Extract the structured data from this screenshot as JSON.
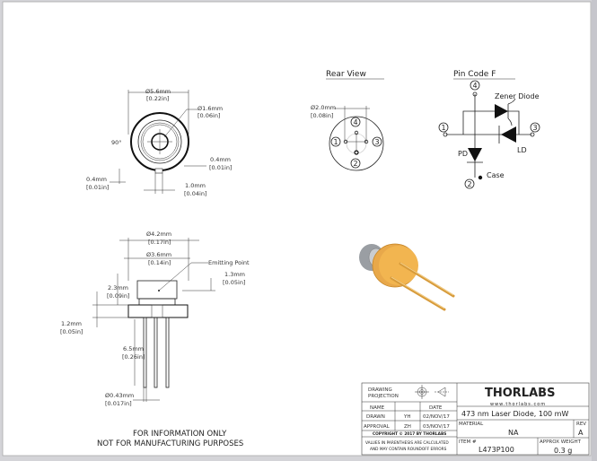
{
  "top_view": {
    "dia_outer": "Ø5.6mm",
    "dia_outer_in": "[0.22in]",
    "dia_inner": "Ø1.6mm",
    "dia_inner_in": "[0.06in]",
    "angle": "90°",
    "notch_right": "0.4mm",
    "notch_right_in": "[0.01in]",
    "notch_left": "0.4mm",
    "notch_left_in": "[0.01in]",
    "notch_width": "1.0mm",
    "notch_width_in": "[0.04in]"
  },
  "side_view": {
    "dia_cap": "Ø4.2mm",
    "dia_cap_in": "[0.17in]",
    "dia_window": "Ø3.6mm",
    "dia_window_in": "[0.14in]",
    "emitting_point": "Emitting Point",
    "emit_height": "1.3mm",
    "emit_height_in": "[0.05in]",
    "cap_height": "2.3mm",
    "cap_height_in": "[0.09in]",
    "flange": "1.2mm",
    "flange_in": "[0.05in]",
    "pin_length": "6.5mm",
    "pin_length_in": "[0.26in]",
    "pin_dia": "Ø0.43mm",
    "pin_dia_in": "[0.017in]"
  },
  "rear_view": {
    "title": "Rear View",
    "pin_circle": "Ø2.0mm",
    "pin_circle_in": "[0.08in]",
    "pins": [
      "1",
      "2",
      "3",
      "4"
    ]
  },
  "pin_code": {
    "title": "Pin Code F",
    "zener": "Zener Diode",
    "ld": "LD",
    "pd": "PD",
    "case": "Case",
    "pins": [
      "1",
      "2",
      "3",
      "4"
    ]
  },
  "disclaimer": [
    "FOR INFORMATION ONLY",
    "NOT FOR MANUFACTURING PURPOSES"
  ],
  "title_block": {
    "projection": [
      "DRAWING",
      "PROJECTION"
    ],
    "name_header": "NAME",
    "date_header": "DATE",
    "drawn_label": "DRAWN",
    "drawn_name": "YH",
    "drawn_date": "02/NOV/17",
    "approval_label": "APPROVAL",
    "approval_name": "ZH",
    "approval_date": "03/NOV/17",
    "copyright": "COPYRIGHT © 2017 BY THORLABS",
    "note": [
      "VALUES IN PARENTHESIS ARE CALCULATED",
      "AND MAY CONTAIN ROUNDOFF ERRORS"
    ],
    "logo": "THORLABS",
    "website": "www.thorlabs.com",
    "description": "473 nm Laser Diode, 100 mW",
    "material_label": "MATERIAL",
    "material": "NA",
    "rev_label": "REV",
    "rev": "A",
    "item_label": "ITEM #",
    "item": "L473P100",
    "weight_label": "APPROX WEIGHT",
    "weight": "0.3 g"
  }
}
